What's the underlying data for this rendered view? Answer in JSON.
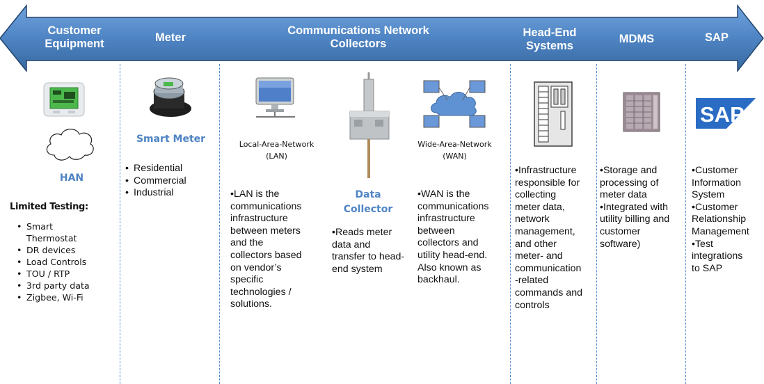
{
  "header": {
    "customer_equipment": [
      "Customer",
      "Equipment"
    ],
    "meter": "Meter",
    "comms": [
      "Communications Network",
      "Collectors"
    ],
    "head_end": [
      "Head-End",
      "Systems"
    ],
    "mdms": "MDMS",
    "sap": "SAP"
  },
  "colors": {
    "arrow_top": "#6a9fd8",
    "arrow_bottom": "#3a6cab",
    "arrow_border": "#22446e",
    "accent_blue": "#4f84c4",
    "divider": "#5b8fd0"
  },
  "customer": {
    "han_label": "HAN",
    "testing_title": "Limited Testing:",
    "items": [
      "Smart",
      "Thermostat",
      "DR devices",
      "Load Controls",
      "TOU / RTP",
      "3rd party data",
      "Zigbee, Wi-Fi"
    ]
  },
  "meter": {
    "title": "Smart Meter",
    "items": [
      "Residential",
      "Commercial",
      "Industrial"
    ]
  },
  "lan": {
    "caption": [
      "Local-Area-Network",
      "(LAN)"
    ],
    "desc": [
      "•LAN is the",
      "communications",
      "infrastructure",
      "between meters",
      "and the",
      "collectors based",
      "on vendor’s",
      "specific",
      "technologies /",
      "solutions."
    ]
  },
  "collector": {
    "title": [
      "Data",
      "Collector"
    ],
    "desc": [
      "•Reads meter",
      "data and",
      "transfer to head-",
      "end system"
    ]
  },
  "wan": {
    "caption": [
      "Wide-Area-Network",
      "(WAN)"
    ],
    "desc": [
      "•WAN is the",
      "communications",
      "infrastructure",
      "between",
      "collectors and",
      "utility head-end.",
      "Also known as",
      "backhaul."
    ]
  },
  "head_end": {
    "desc": [
      "•Infrastructure",
      "responsible for",
      "collecting",
      "meter data,",
      "network",
      "management,",
      "and other",
      "meter- and",
      "communication",
      "-related",
      "commands and",
      "controls"
    ]
  },
  "mdms": {
    "desc": [
      "•Storage and",
      "processing of",
      "meter data",
      "•Integrated with",
      "utility billing and",
      "customer",
      "software)"
    ]
  },
  "sap": {
    "logo_text": "SAP",
    "desc": [
      "•Customer",
      "Information",
      "System",
      "•Customer",
      "Relationship",
      "Management",
      "•Test",
      "integrations",
      "to SAP"
    ]
  }
}
